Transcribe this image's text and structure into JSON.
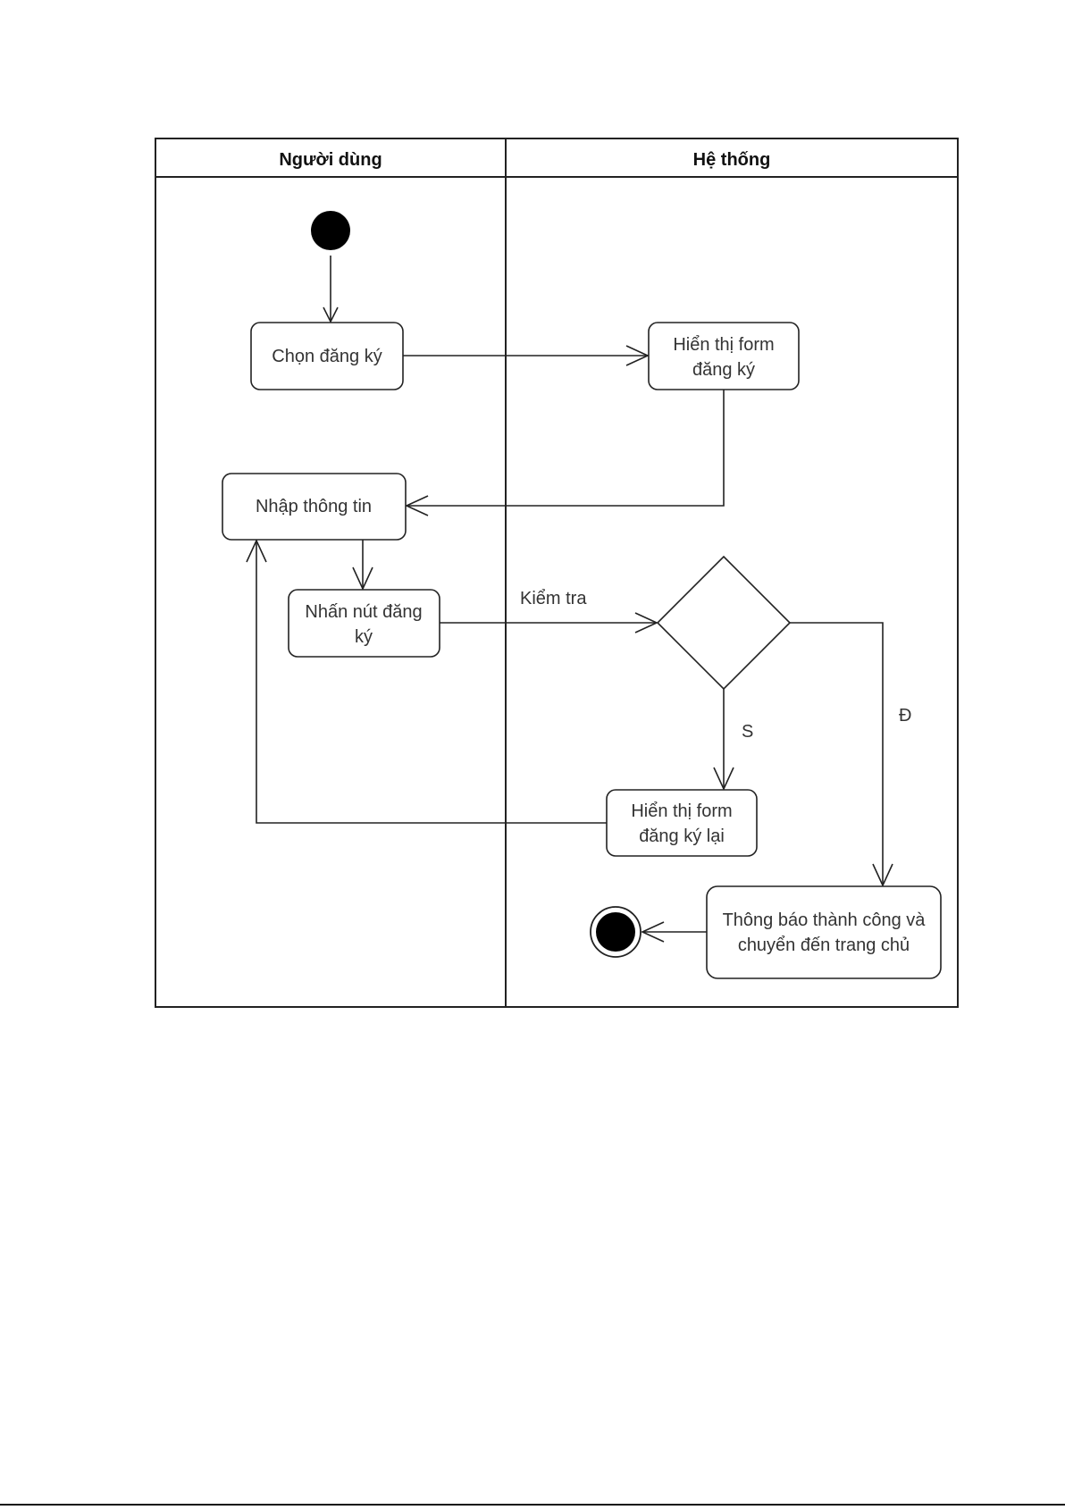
{
  "diagram": {
    "type": "activity-swimlane",
    "lanes": [
      {
        "id": "user",
        "title": "Người dùng"
      },
      {
        "id": "system",
        "title": "Hệ thống"
      }
    ],
    "nodes": {
      "start": {
        "kind": "initial",
        "lane": "user"
      },
      "choose_register": {
        "kind": "action",
        "lane": "user",
        "lines": [
          "Chọn đăng ký"
        ]
      },
      "show_form": {
        "kind": "action",
        "lane": "system",
        "lines": [
          "Hiển thị form",
          "đăng ký"
        ]
      },
      "enter_info": {
        "kind": "action",
        "lane": "user",
        "lines": [
          "Nhập thông tin"
        ]
      },
      "press_register": {
        "kind": "action",
        "lane": "user",
        "lines": [
          "Nhấn nút đăng",
          "ký"
        ]
      },
      "check": {
        "kind": "decision",
        "lane": "system"
      },
      "show_form_again": {
        "kind": "action",
        "lane": "system",
        "lines": [
          "Hiển thị form",
          "đăng ký lại"
        ]
      },
      "success": {
        "kind": "action",
        "lane": "system",
        "lines": [
          "Thông báo thành công và",
          "chuyển đến trang chủ"
        ]
      },
      "end": {
        "kind": "final",
        "lane": "user"
      }
    },
    "edges": [
      {
        "from": "start",
        "to": "choose_register",
        "label": ""
      },
      {
        "from": "choose_register",
        "to": "show_form",
        "label": ""
      },
      {
        "from": "show_form",
        "to": "enter_info",
        "label": ""
      },
      {
        "from": "enter_info",
        "to": "press_register",
        "label": ""
      },
      {
        "from": "press_register",
        "to": "check",
        "label": "Kiểm tra"
      },
      {
        "from": "check",
        "to": "show_form_again",
        "label": "S"
      },
      {
        "from": "check",
        "to": "success",
        "label": "Đ"
      },
      {
        "from": "show_form_again",
        "to": "enter_info",
        "label": ""
      },
      {
        "from": "success",
        "to": "end",
        "label": ""
      }
    ]
  },
  "colors": {
    "stroke": "#222222",
    "text": "#333333",
    "fill": "#ffffff",
    "node_fill_dark": "#000000"
  }
}
